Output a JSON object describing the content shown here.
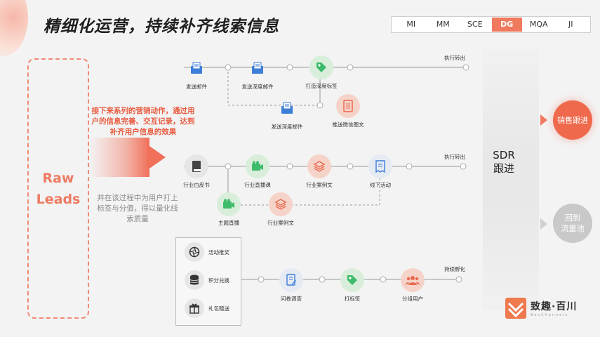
{
  "title": "精细化运营，持续补齐线索信息",
  "tabs": [
    "MI",
    "MM",
    "SCE",
    "DG",
    "MQA",
    "JI"
  ],
  "active_tab": "DG",
  "raw_leads": [
    "Raw",
    "Leads"
  ],
  "notes": {
    "red": "接下来系列的营销动作，通过用户的信息完善、交互记录，达到补齐用户信息的效果",
    "gray": "并在该过程中为用户打上标签与分值，得以量化线索质量"
  },
  "row1": {
    "nodes": [
      "发送邮件",
      "发送深度邮件",
      "打造深度标签"
    ],
    "branch_nodes": [
      "发送深度邮件",
      "推送微信图文"
    ],
    "end_label": "执行转出"
  },
  "row2": {
    "nodes": [
      "行业白皮书",
      "行业直播课",
      "行业案例文",
      "线下活动"
    ],
    "branch_nodes": [
      "主题直播",
      "行业案例文"
    ],
    "end_label": "执行转出"
  },
  "row3": {
    "box_items": [
      "活动推奖",
      "积分兑换",
      "礼包赠送"
    ],
    "nodes": [
      "问卷调查",
      "打标签",
      "分组用户"
    ],
    "end_label": "持续孵化"
  },
  "sdr": "SDR\n跟进",
  "sales_followup": "销售跟进",
  "back_pool": "回到流量池",
  "logo": {
    "name": "致趣·百川",
    "sub": "BesChannels"
  },
  "colors": {
    "accent": "#ef6a4d",
    "green": "#3dbb6b",
    "blue": "#3d7ed8"
  }
}
